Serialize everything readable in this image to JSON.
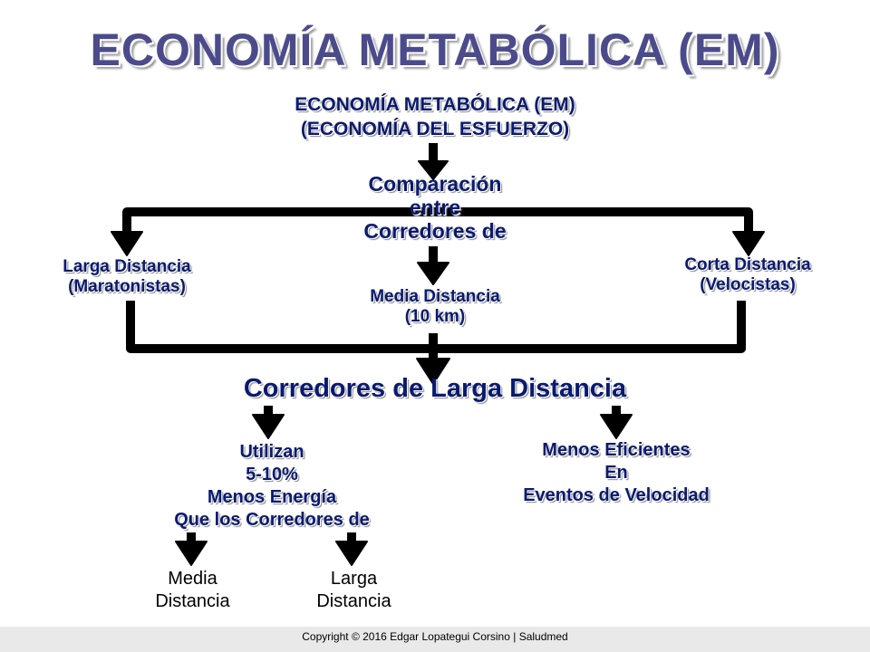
{
  "title": "ECONOMÍA METABÓLICA (EM)",
  "subtitle": {
    "line1": "ECONOMÍA METABÓLICA (EM)",
    "line2": "(ECONOMÍA DEL ESFUERZO)"
  },
  "comparison": {
    "line1": "Comparación",
    "line2": "entre",
    "line3": "Corredores de"
  },
  "categories": {
    "long": {
      "line1": "Larga Distancia",
      "line2": "(Maratonistas)"
    },
    "middle": {
      "line1": "Media Distancia",
      "line2": "(10 km)"
    },
    "short": {
      "line1": "Corta Distancia",
      "line2": "(Velocistas)"
    }
  },
  "conclusion": "Corredores de Larga Distancia",
  "uses_less": {
    "line1": "Utilizan",
    "line2": "5-10%",
    "line3": "Menos Energía",
    "line4": "Que los Corredores de"
  },
  "less_efficient": {
    "line1": "Menos Eficientes",
    "line2": "En",
    "line3": "Eventos de Velocidad"
  },
  "leaves": {
    "middle": {
      "line1": "Media",
      "line2": "Distancia"
    },
    "long": {
      "line1": "Larga",
      "line2": "Distancia"
    }
  },
  "footer": "Copyright © 2016 Edgar Lopategui Corsino | Saludmed",
  "colors": {
    "title": "#4b4b8c",
    "text": "#0a1a6e",
    "lines": "#000000",
    "footer_bg": "#e9e9e9"
  }
}
